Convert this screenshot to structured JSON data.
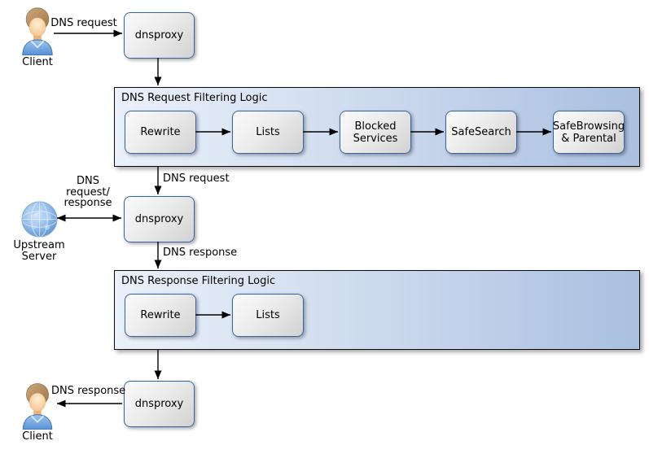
{
  "nodes": {
    "client_top": {
      "label": "Client"
    },
    "dnsproxy_top": {
      "label": "dnsproxy"
    },
    "dnsproxy_mid": {
      "label": "dnsproxy"
    },
    "dnsproxy_bottom": {
      "label": "dnsproxy"
    },
    "upstream_server": {
      "label": "Upstream\nServer"
    },
    "client_bottom": {
      "label": "Client"
    }
  },
  "containers": {
    "request": {
      "title": "DNS Request Filtering Logic",
      "steps": [
        "Rewrite",
        "Lists",
        "Blocked Services",
        "SafeSearch",
        "SafeBrowsing & Parental"
      ]
    },
    "response": {
      "title": "DNS Response Filtering Logic",
      "steps": [
        "Rewrite",
        "Lists"
      ]
    }
  },
  "edge_labels": {
    "client_request": "DNS request",
    "filtered_request": "DNS request",
    "upstream_exchange": "DNS\nrequest/\nresponse",
    "proxy_response": "DNS response",
    "client_response": "DNS response"
  },
  "icons": {
    "client_top": "person-icon",
    "upstream_server": "globe-icon",
    "client_bottom": "person-icon"
  },
  "colors": {
    "node_border": "#3465a4",
    "node_fill_light": "#fafafa",
    "node_fill_dark": "#d2d2d2",
    "container_fill_left": "#ebf1fa",
    "container_fill_right": "#a9c0e0",
    "container_border": "#0a0a0a",
    "arrow": "#000000",
    "text": "#000000",
    "background": "#ffffff"
  }
}
